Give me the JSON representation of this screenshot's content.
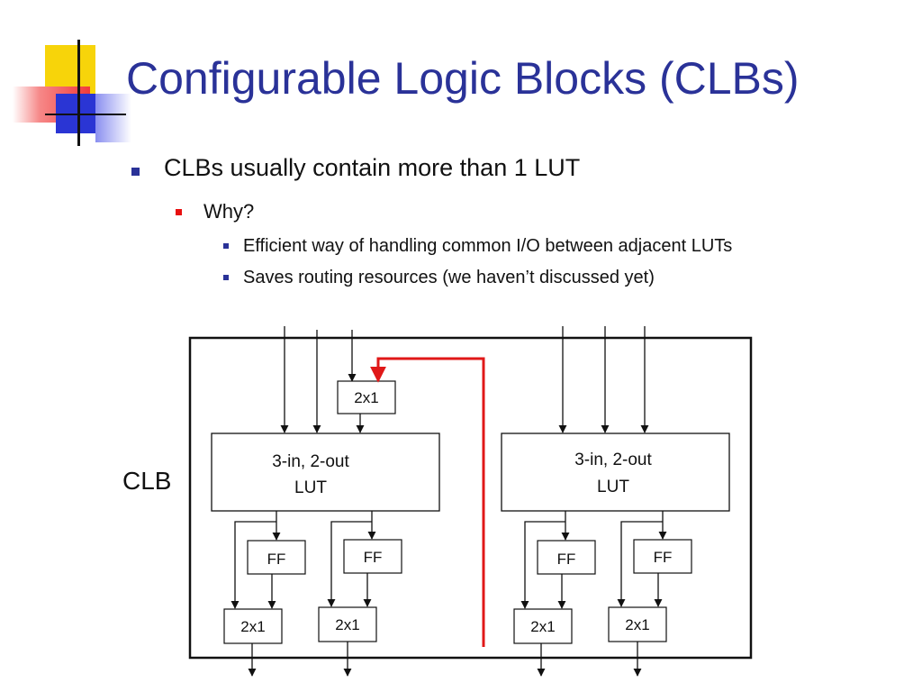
{
  "slide": {
    "title": "Configurable Logic Blocks (CLBs)",
    "bullets": [
      {
        "level": 1,
        "text": "CLBs usually contain more than 1 LUT"
      },
      {
        "level": 2,
        "text": "Why?"
      },
      {
        "level": 3,
        "text": "Efficient way of handling common I/O between adjacent LUTs"
      },
      {
        "level": 3,
        "text": "Saves routing resources (we haven’t discussed yet)"
      }
    ]
  },
  "diagram": {
    "clb_label": "CLB",
    "mux_label": "2x1",
    "lut_label_line1": "3-in, 2-out",
    "lut_label_line2": "LUT",
    "ff_label": "FF",
    "colors": {
      "line": "#111111",
      "feedback": "#e01818",
      "title": "#2a3298"
    }
  }
}
